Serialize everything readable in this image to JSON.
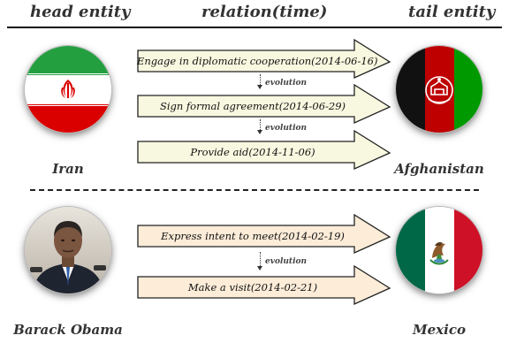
{
  "headers": {
    "head": "head entity",
    "relation": "relation(time)",
    "tail": "tail entity"
  },
  "groups": [
    {
      "head": {
        "name": "Iran",
        "icon": "iran-flag-icon"
      },
      "tail": {
        "name": "Afghanistan",
        "icon": "afghanistan-flag-icon"
      },
      "arrow_fill": "#f8f8e0",
      "relations": [
        {
          "label": "Engage in diplomatic cooperation(2014-06-16)"
        },
        {
          "label": "Sign formal agreement(2014-06-29)"
        },
        {
          "label": "Provide aid(2014-11-06)"
        }
      ]
    },
    {
      "head": {
        "name": "Barack Obama",
        "icon": "person-photo-icon"
      },
      "tail": {
        "name": "Mexico",
        "icon": "mexico-flag-icon"
      },
      "arrow_fill": "#fcecd8",
      "relations": [
        {
          "label": "Express intent to meet(2014-02-19)"
        },
        {
          "label": "Make a visit(2014-02-21)"
        }
      ]
    }
  ],
  "evolution_label": "evolution"
}
